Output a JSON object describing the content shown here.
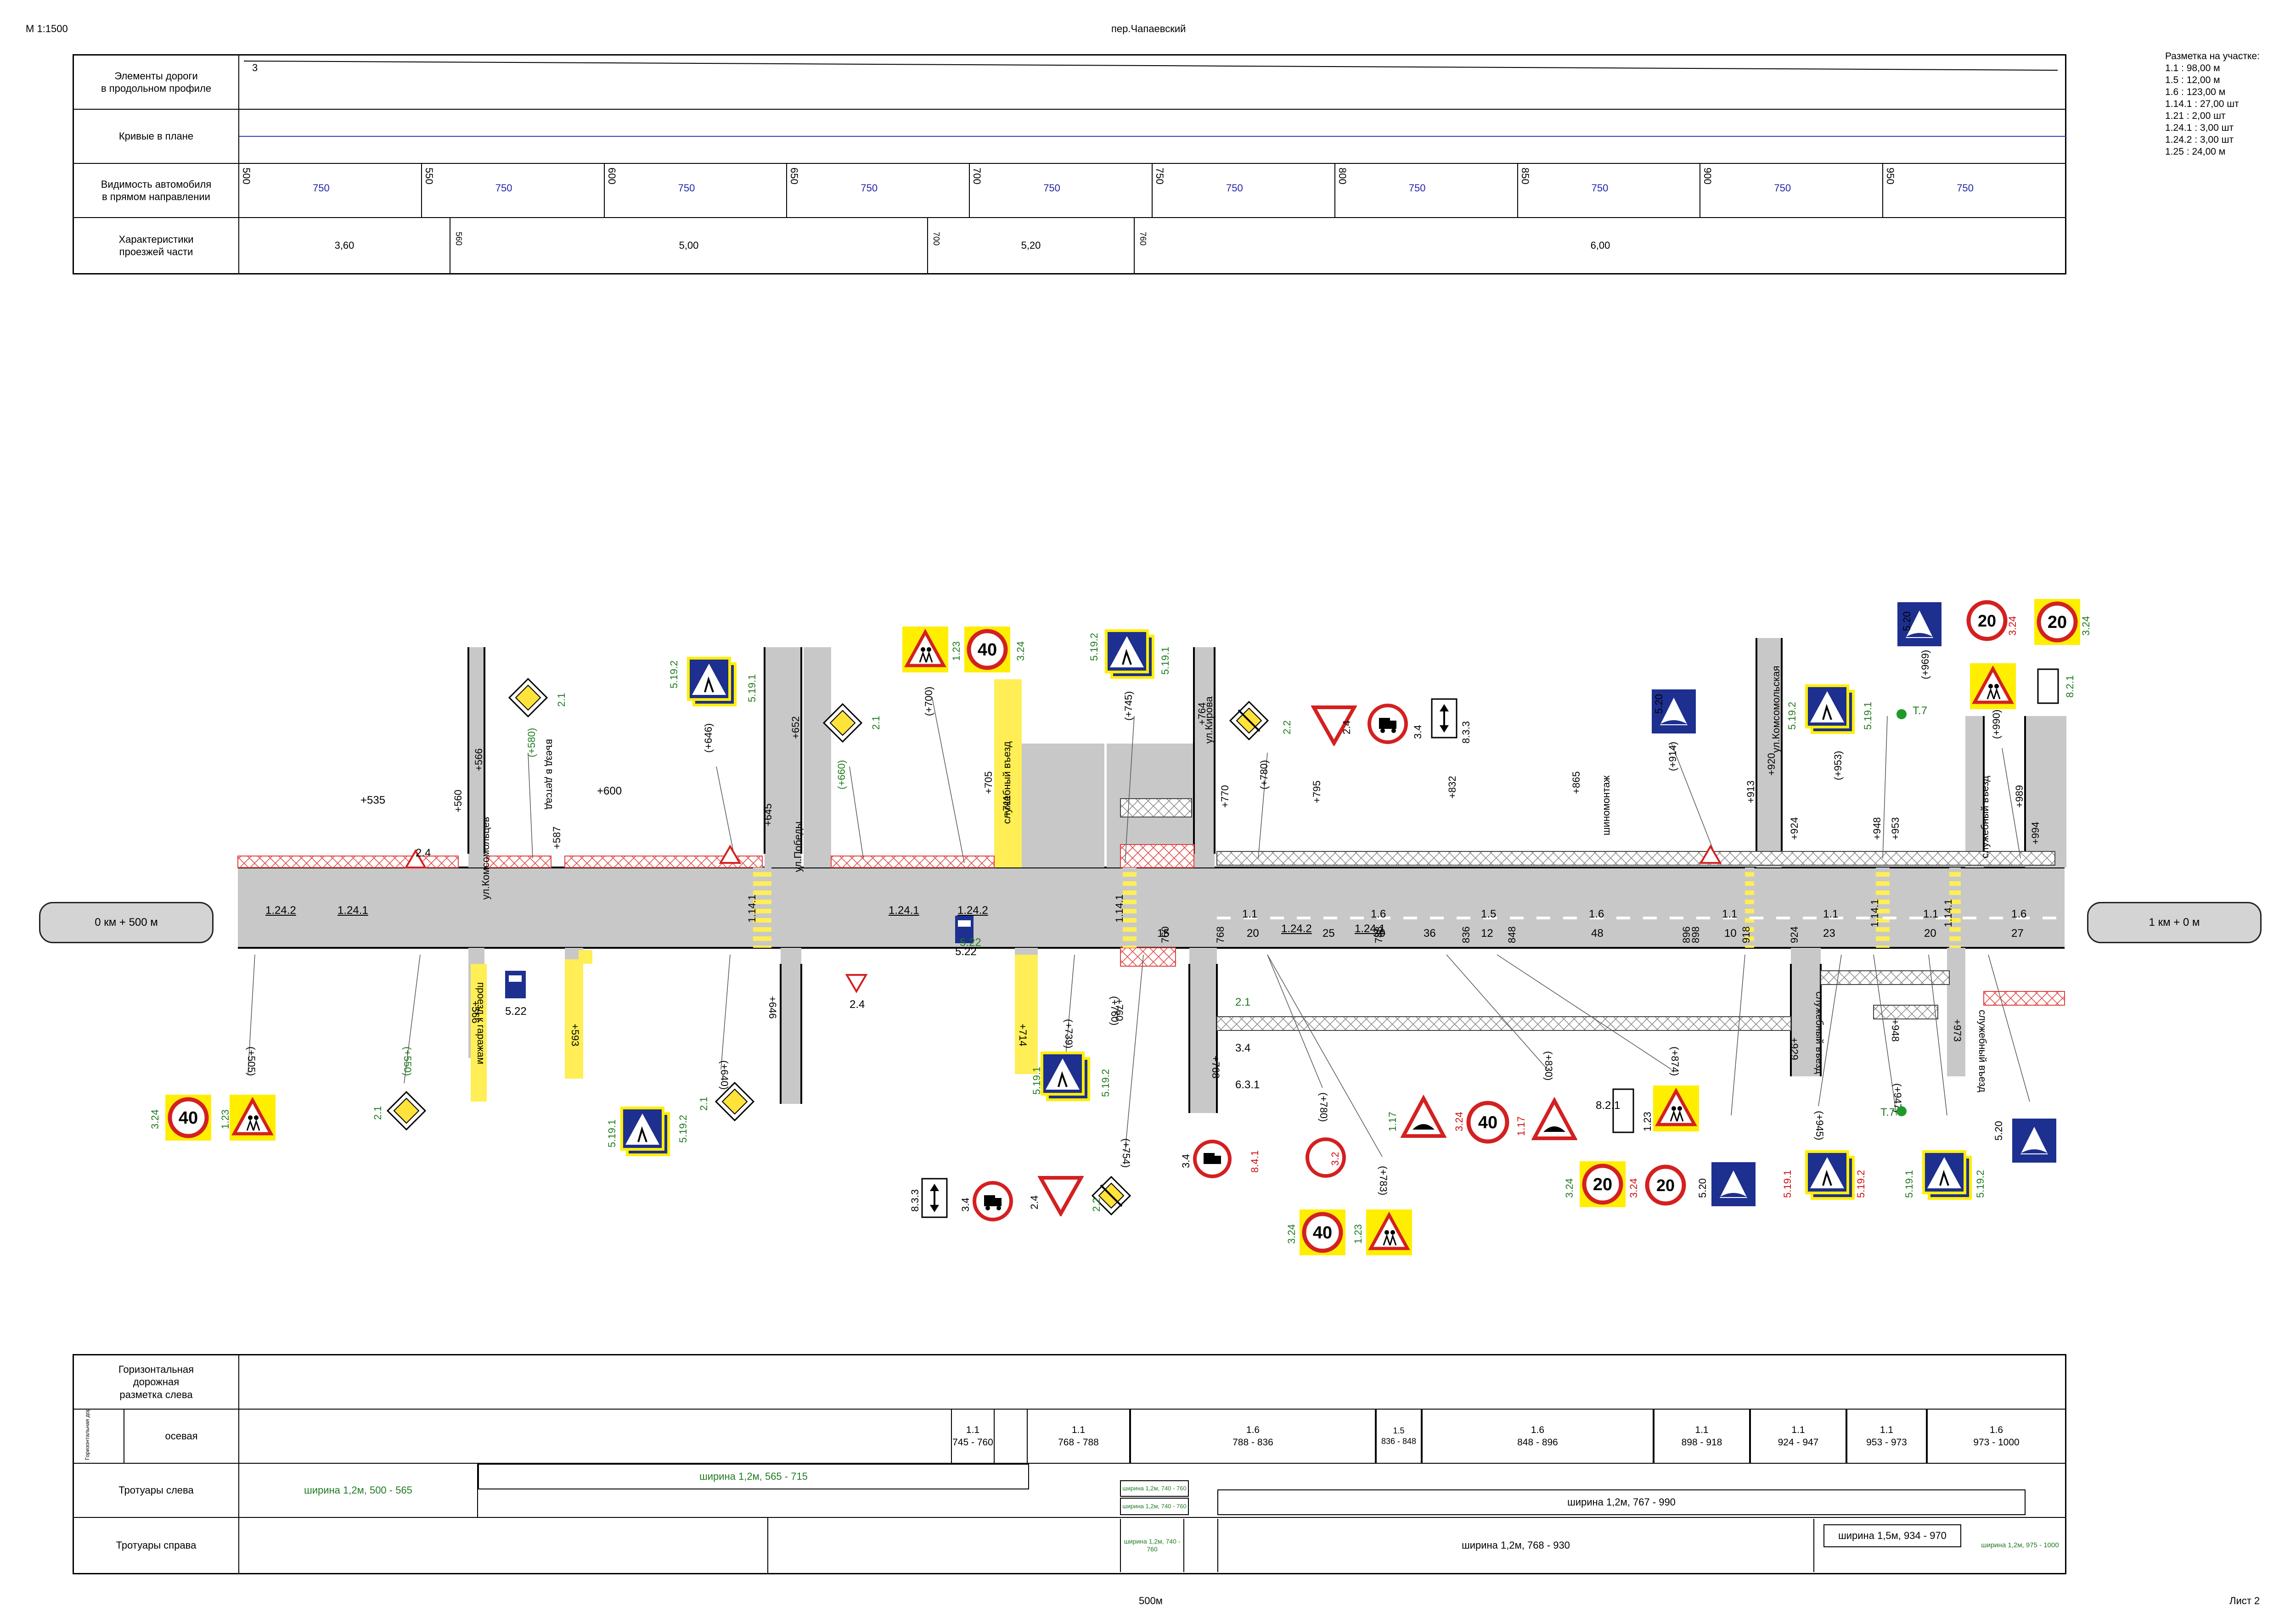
{
  "scale": "М 1:1500",
  "street": "пер.Чапаевский",
  "sheet": "Лист 2",
  "bottom_scale": "500м",
  "legend": {
    "title": "Разметка на участке:",
    "items": [
      "1.1 : 98,00 м",
      "1.5 : 12,00 м",
      "1.6 : 123,00 м",
      "1.14.1 : 27,00 шт",
      "1.21 : 2,00 шт",
      "1.24.1 : 3,00 шт",
      "1.24.2 : 3,00 шт",
      "1.25 : 24,00 м"
    ]
  },
  "top_table": {
    "rows": [
      "Элементы дороги\nв продольном профиле",
      "Кривые в плане",
      "Видимость автомобиля\nв прямом направлении",
      "Характеристики\nпроезжей части"
    ],
    "profile_value": "3",
    "visibility": [
      {
        "pk": "500",
        "val": "750"
      },
      {
        "pk": "550",
        "val": "750"
      },
      {
        "pk": "600",
        "val": "750"
      },
      {
        "pk": "650",
        "val": "750"
      },
      {
        "pk": "700",
        "val": "750"
      },
      {
        "pk": "750",
        "val": "750"
      },
      {
        "pk": "800",
        "val": "750"
      },
      {
        "pk": "850",
        "val": "750"
      },
      {
        "pk": "900",
        "val": "750"
      },
      {
        "pk": "950",
        "val": "750"
      }
    ],
    "width": [
      {
        "pk": "",
        "val": "3,60"
      },
      {
        "pk": "560",
        "val": "5,00"
      },
      {
        "pk": "700",
        "val": "5,20"
      },
      {
        "pk": "760",
        "val": "6,00"
      }
    ]
  },
  "plan": {
    "start_btn": "0 км + 500 м",
    "end_btn": "1 км + 0 м",
    "streets": [
      "ул.Комсомольцев",
      "ул.Победы",
      "ул.Кирова",
      "ул.Комсомольская",
      "служебный въезд",
      "проезд к гаражам",
      "въезд в детсад",
      "служебный въезд",
      "служебный въезд",
      "служебный въезд",
      "шиномонтаж"
    ],
    "pickets": [
      "+535",
      "+560",
      "+566",
      "+587",
      "+600",
      "+645",
      "+652",
      "+705",
      "+711",
      "+764",
      "+770",
      "+795",
      "+832",
      "+865",
      "+913",
      "+920",
      "+924",
      "+948",
      "+953",
      "+989",
      "+994",
      "+566",
      "+593",
      "+646",
      "+714",
      "+760",
      "+768",
      "+929",
      "+948",
      "+973"
    ],
    "axis_marks": [
      "1.24.2",
      "1.24.1",
      "1.24.1",
      "1.24.2",
      "1.14.1",
      "1.14.1",
      "1.1",
      "1.6",
      "1.5",
      "1.6",
      "1.1",
      "1.1",
      "1.1",
      "1.6",
      "1.24.2",
      "1.24.1",
      "1.14.1",
      "1.14.1"
    ],
    "axis_km": [
      "15",
      "20",
      "25",
      "30",
      "36",
      "12",
      "48",
      "10",
      "23",
      "20",
      "27",
      "760",
      "768",
      "788",
      "836",
      "848",
      "896",
      "898",
      "918",
      "924"
    ],
    "sign_labels": [
      "3.24",
      "1.23",
      "2.1",
      "5.19.1",
      "5.19.2",
      "2.4",
      "5.22",
      "3.4",
      "8.3.3",
      "2.2",
      "3.2",
      "8.4.1",
      "6.3.1",
      "1.17",
      "8.2.1",
      "5.20",
      "Т.7",
      "8.3.3"
    ],
    "callouts": [
      "(+505)",
      "(+550)",
      "(+580)",
      "(+640)",
      "(+646)",
      "(+660)",
      "(+700)",
      "(+739)",
      "(+745)",
      "(+754)",
      "(+780)",
      "(+783)",
      "(+830)",
      "(+874)",
      "(+914)",
      "(+945)",
      "(+947)",
      "(+953)",
      "(+969)",
      "(+990)",
      "(+760)",
      "(+780)"
    ],
    "speed": [
      "40",
      "20"
    ]
  },
  "bottom_table": {
    "rows": [
      "Горизонтальная\nдорожная\nразметка слева",
      "осевая",
      "Тротуары слева",
      "Тротуары справа"
    ],
    "side_label": "Горизонтальная дорожная разметка справа",
    "axis": [
      {
        "code": "1.1",
        "range": "745 - 760"
      },
      {
        "code": "1.1",
        "range": "768 - 788"
      },
      {
        "code": "1.6",
        "range": "788 - 836"
      },
      {
        "code": "1.5",
        "range": "836 - 848"
      },
      {
        "code": "1.6",
        "range": "848 - 896"
      },
      {
        "code": "1.1",
        "range": "898 - 918"
      },
      {
        "code": "1.1",
        "range": "924 - 947"
      },
      {
        "code": "1.1",
        "range": "953 - 973"
      },
      {
        "code": "1.6",
        "range": "973 - 1000"
      }
    ],
    "left_walks": [
      "ширина 1,2м, 500 - 565",
      "ширина 1,2м, 565 - 715",
      "ширина 1,2м, 740 - 760",
      "ширина 1,2м, 740 - 760",
      "ширина 1,2м, 767 - 990"
    ],
    "right_walks": [
      "ширина 1,2м, 740 - 760",
      "ширина 1,2м, 768 - 930",
      "ширина 1,5м, 934 - 970",
      "ширина 1,2м, 975 - 1000"
    ]
  },
  "colors": {
    "road": "#c8c8c8",
    "curb": "#000000",
    "hatch_red": "#e04040",
    "yellow": "#ffee55",
    "sign_blue": "#1d2f8f",
    "sign_red": "#d42020"
  }
}
